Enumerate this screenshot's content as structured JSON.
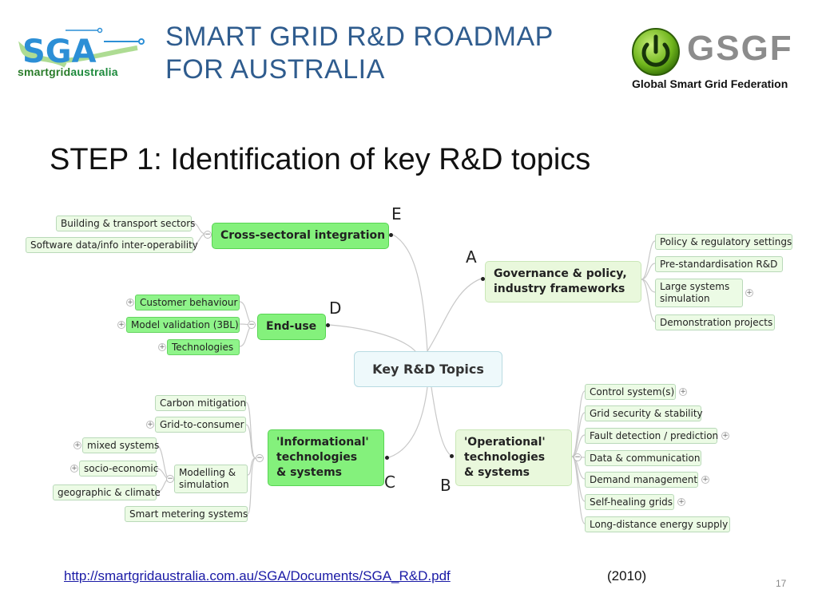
{
  "header": {
    "title_line1": "SMART GRID R&D ROADMAP",
    "title_line2": "FOR AUSTRALIA"
  },
  "logos": {
    "sga": {
      "mark": "SGA",
      "sub_a": "smartgrid",
      "sub_b": "australia"
    },
    "gsgf": {
      "mark": "GSGF",
      "sub": "Global Smart Grid Federation"
    }
  },
  "step_title": "STEP 1: Identification of key R&D topics",
  "mindmap": {
    "center": "Key R&D Topics",
    "branches": {
      "A": {
        "letter": "A",
        "line1": "Governance & policy,",
        "line2": "industry frameworks",
        "leaves": [
          "Policy & regulatory settings",
          "Pre-standardisation R&D",
          "Large systems",
          "simulation",
          "Demonstration projects"
        ]
      },
      "B": {
        "letter": "B",
        "line1": "'Operational'",
        "line2": "technologies",
        "line3": "& systems",
        "leaves": [
          "Control system(s)",
          "Grid security & stability",
          "Fault detection / prediction",
          "Data & communication",
          "Demand management",
          "Self-healing grids",
          "Long-distance energy supply"
        ]
      },
      "C": {
        "letter": "C",
        "line1": "'Informational'",
        "line2": "technologies",
        "line3": "& systems",
        "leaves": [
          "Carbon mitigation",
          "Grid-to-consumer",
          "Smart metering systems"
        ],
        "modelling": {
          "line1": "Modelling &",
          "line2": "simulation",
          "leaves": [
            "mixed systems",
            "socio-economic",
            "geographic & climate"
          ]
        }
      },
      "D": {
        "letter": "D",
        "label": "End-use",
        "leaves": [
          "Customer behaviour",
          "Model validation (3BL)",
          "Technologies"
        ]
      },
      "E": {
        "letter": "E",
        "label": "Cross-sectoral integration",
        "leaves": [
          "Building & transport sectors",
          "Software data/info inter-operability"
        ]
      }
    }
  },
  "footer": {
    "link": "http://smartgridaustralia.com.au/SGA/Documents/SGA_R&D.pdf",
    "year": "(2010)",
    "page": "17"
  },
  "colors": {
    "title_blue": "#2f5c8e",
    "bright_green": "#84f17c",
    "light_green": "#e9f8dc",
    "link": "#1a1aa6"
  }
}
